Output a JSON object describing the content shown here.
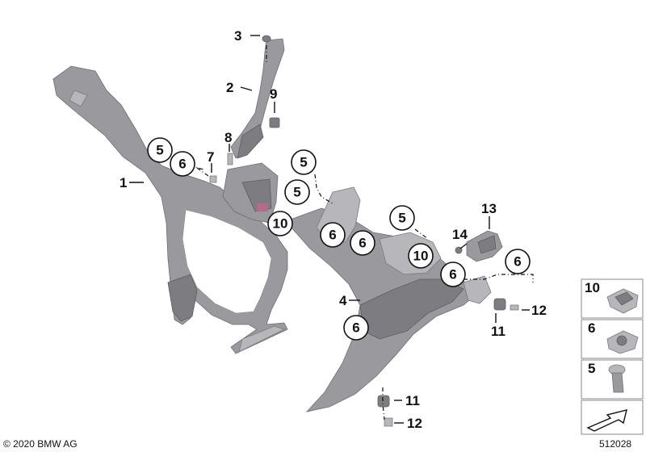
{
  "diagram": {
    "callouts": {
      "n1": "1",
      "n2": "2",
      "n3": "3",
      "n4": "4",
      "n5": "5",
      "n6": "6",
      "n7": "7",
      "n8": "8",
      "n9": "9",
      "n10": "10",
      "n11": "11",
      "n12": "12",
      "n13": "13",
      "n14": "14"
    },
    "legend": {
      "items": [
        {
          "number": "10",
          "icon": "clip-nut-icon"
        },
        {
          "number": "6",
          "icon": "spring-nut-icon"
        },
        {
          "number": "5",
          "icon": "torx-screw-icon"
        }
      ],
      "arrow_icon": "direction-arrow-icon"
    },
    "copyright": "© 2020 BMW AG",
    "diagram_number": "512028"
  }
}
